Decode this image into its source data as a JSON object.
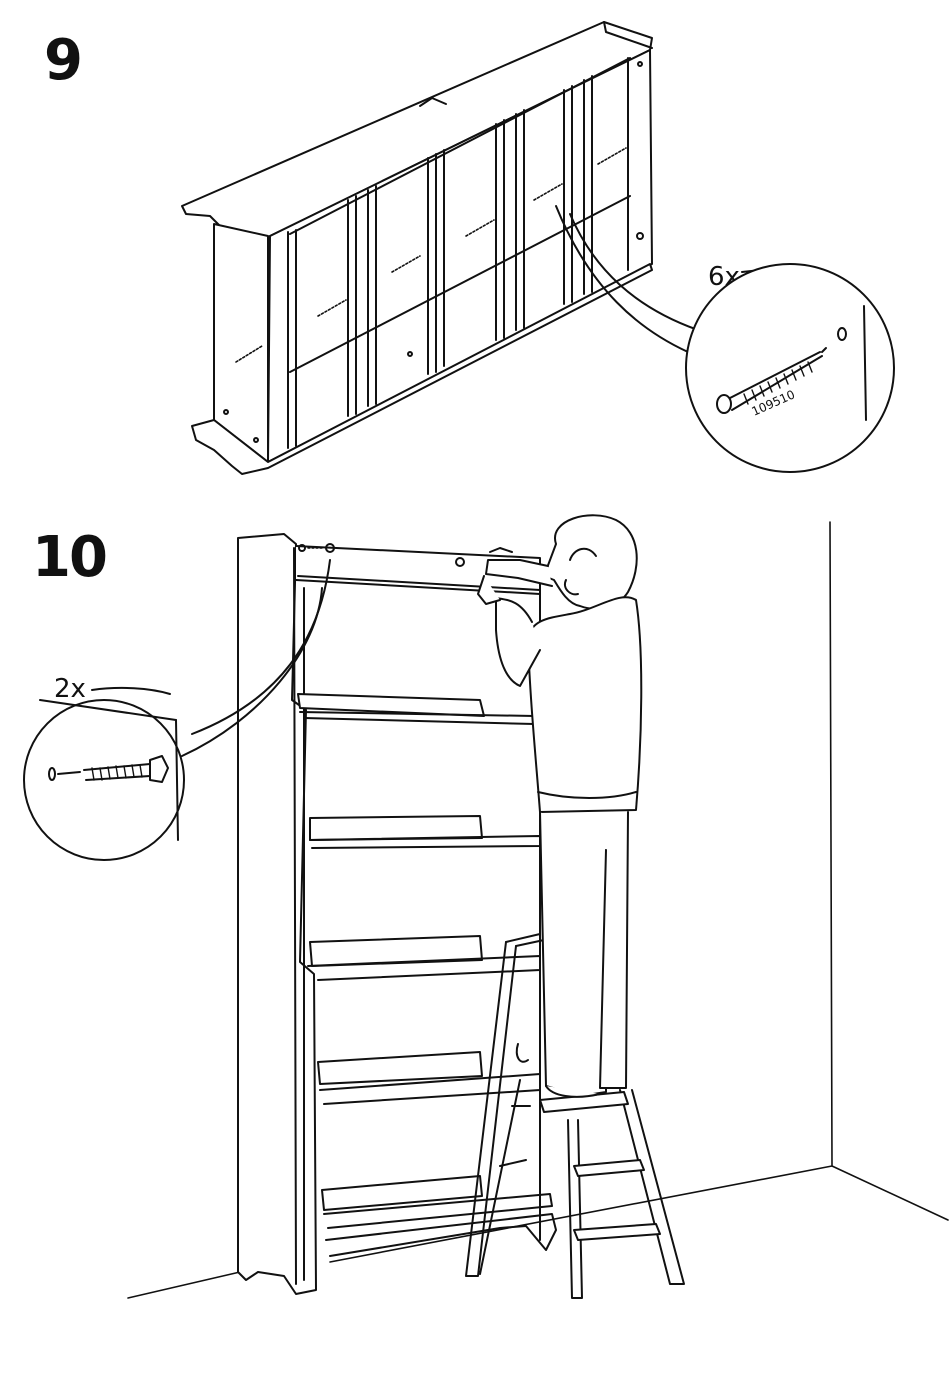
{
  "steps": [
    {
      "number": "9",
      "quantity": "6x",
      "part_number": "109510"
    },
    {
      "number": "10",
      "quantity": "2x"
    }
  ]
}
